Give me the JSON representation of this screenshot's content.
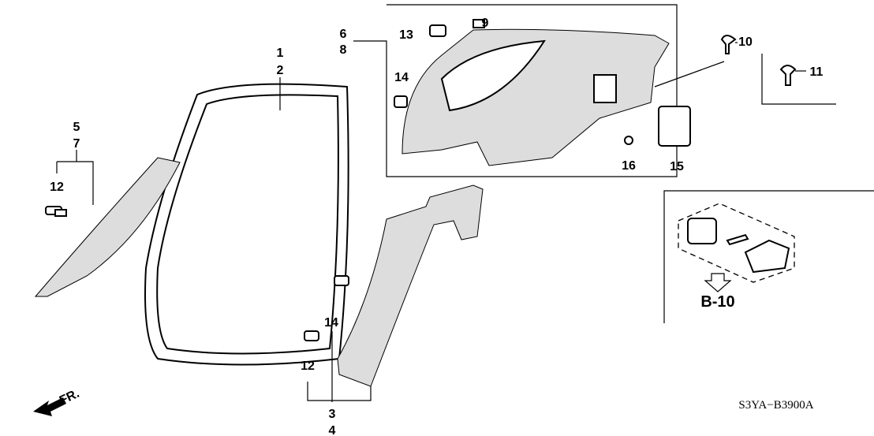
{
  "diagram": {
    "callouts": {
      "c1": "1",
      "c2": "2",
      "c3": "3",
      "c4": "4",
      "c5": "5",
      "c6": "6",
      "c7": "7",
      "c8": "8",
      "c9": "9",
      "c10": "10",
      "c11": "11",
      "c12a": "12",
      "c12b": "12",
      "c13": "13",
      "c14a": "14",
      "c14b": "14",
      "c15": "15",
      "c16": "16"
    },
    "reference_label": "B-10",
    "front_label": "FR.",
    "diagram_code": "S3YA−B3900A"
  }
}
